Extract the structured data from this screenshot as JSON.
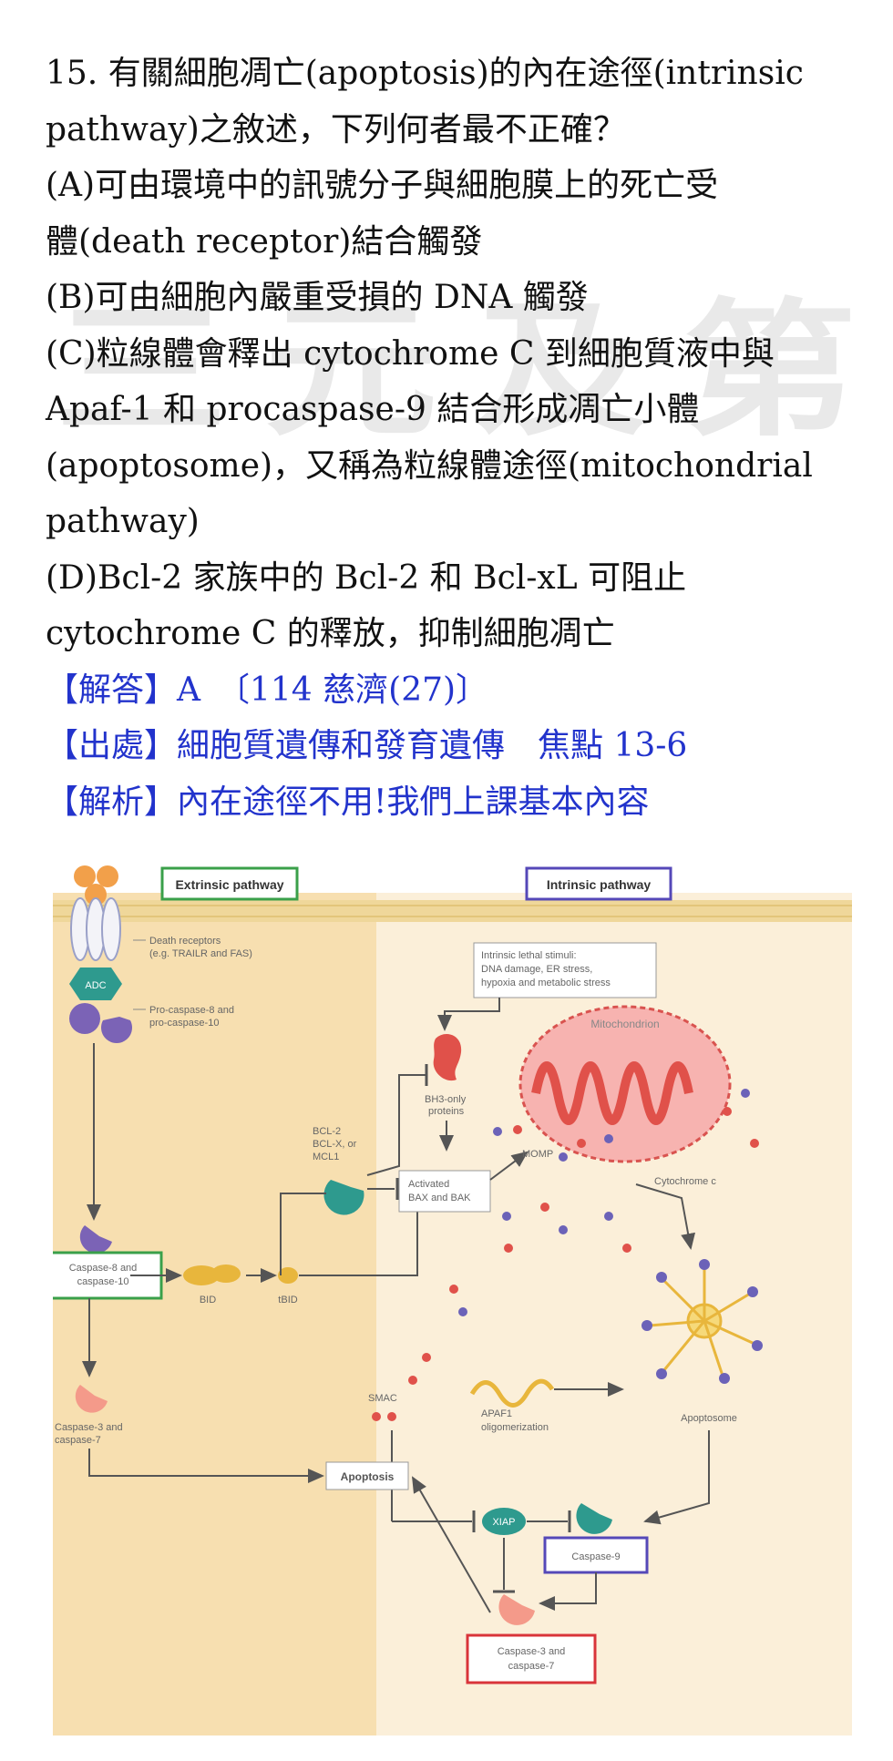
{
  "question": {
    "lines": [
      "15.  有關細胞凋亡(apoptosis)的內在途徑(intrinsic",
      "pathway)之敘述，下列何者最不正確？",
      "(A)可由環境中的訊號分子與細胞膜上的死亡受",
      "體(death receptor)結合觸發",
      "(B)可由細胞內嚴重受損的 DNA 觸發",
      "(C)粒線體會釋出 cytochrome C 到細胞質液中與",
      "Apaf-1 和 procaspase-9 結合形成凋亡小體",
      "(apoptosome)，又稱為粒線體途徑(mitochondrial",
      "pathway)",
      "(D)Bcl-2 家族中的 Bcl-2 和 Bcl-xL 可阻止",
      "cytochrome C 的釋放，抑制細胞凋亡"
    ]
  },
  "answer": {
    "answer_line": "【解答】A　〔114 慈濟(27)〕",
    "source_line": "【出處】細胞質遺傳和發育遺傳　焦點 13-6",
    "analysis_line": "【解析】內在途徑不用!我們上課基本內容"
  },
  "watermark": {
    "text": "三元及第"
  },
  "figure": {
    "extrinsic_title": "Extrinsic pathway",
    "intrinsic_title": "Intrinsic pathway",
    "adc": "ADC",
    "death_receptors_1": "Death receptors",
    "death_receptors_2": "(e.g. TRAILR and FAS)",
    "procaspase_1": "Pro-caspase-8 and",
    "procaspase_2": "pro-caspase-10",
    "stimuli_1": "Intrinsic lethal stimuli:",
    "stimuli_2": "DNA damage, ER stress,",
    "stimuli_3": "hypoxia and metabolic stress",
    "mitochondrion": "Mitochondrion",
    "bh3_1": "BH3-only",
    "bh3_2": "proteins",
    "bcl_1": "BCL-2",
    "bcl_2": "BCL-X, or",
    "bcl_3": "MCL1",
    "momp": "MOMP",
    "cytochrome": "Cytochrome c",
    "bax_1": "Activated",
    "bax_2": "BAX and BAK",
    "casp810_1": "Caspase-8 and",
    "casp810_2": "caspase-10",
    "bid": "BID",
    "tbid": "tBID",
    "smac": "SMAC",
    "apaf_1": "APAF1",
    "apaf_2": "oligomerization",
    "apoptosome": "Apoptosome",
    "xiap": "XIAP",
    "casp9": "Caspase-9",
    "casp37_left_1": "Caspase-3 and",
    "casp37_left_2": "caspase-7",
    "apoptosis": "Apoptosis",
    "casp37_right_1": "Caspase-3 and",
    "casp37_right_2": "caspase-7"
  }
}
